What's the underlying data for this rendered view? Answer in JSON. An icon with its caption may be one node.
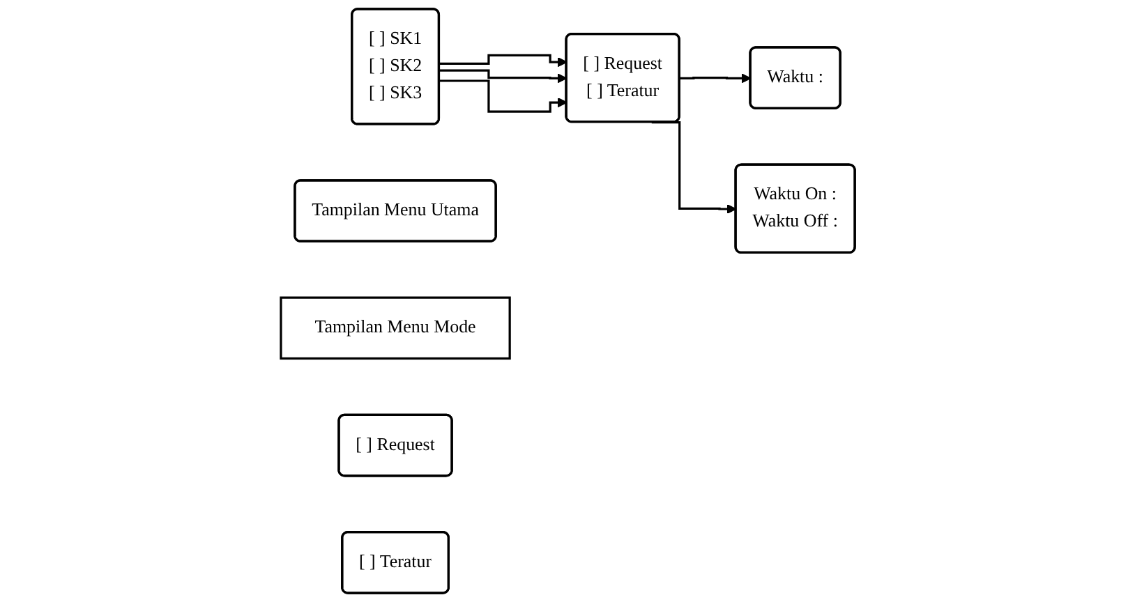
{
  "diagram": {
    "nodes": [
      {
        "text": [
          "[ ] SK1",
          "[ ] SK2",
          "[ ] SK3"
        ]
      },
      {
        "text": [
          "Tampilan Menu Utama"
        ]
      },
      {
        "text": [
          "[ ] Request",
          "[ ] Teratur"
        ]
      },
      {
        "text": [
          "Tampilan Menu Mode"
        ]
      },
      {
        "text": [
          "[ ] Request"
        ]
      },
      {
        "text": [
          "Waktu :"
        ]
      },
      {
        "text": [
          "[ ] Teratur"
        ]
      },
      {
        "text": [
          "Waktu On :",
          "Waktu Off :"
        ]
      }
    ],
    "edges": [
      {
        "from": 0,
        "to": 2,
        "arrow": "to"
      },
      {
        "from": 0,
        "to": 2,
        "arrow": "to"
      },
      {
        "from": 0,
        "to": 2,
        "arrow": "to"
      },
      {
        "from": 2,
        "to": 5,
        "arrow": "to"
      },
      {
        "from": 2,
        "to": 7,
        "arrow": "to"
      }
    ]
  }
}
